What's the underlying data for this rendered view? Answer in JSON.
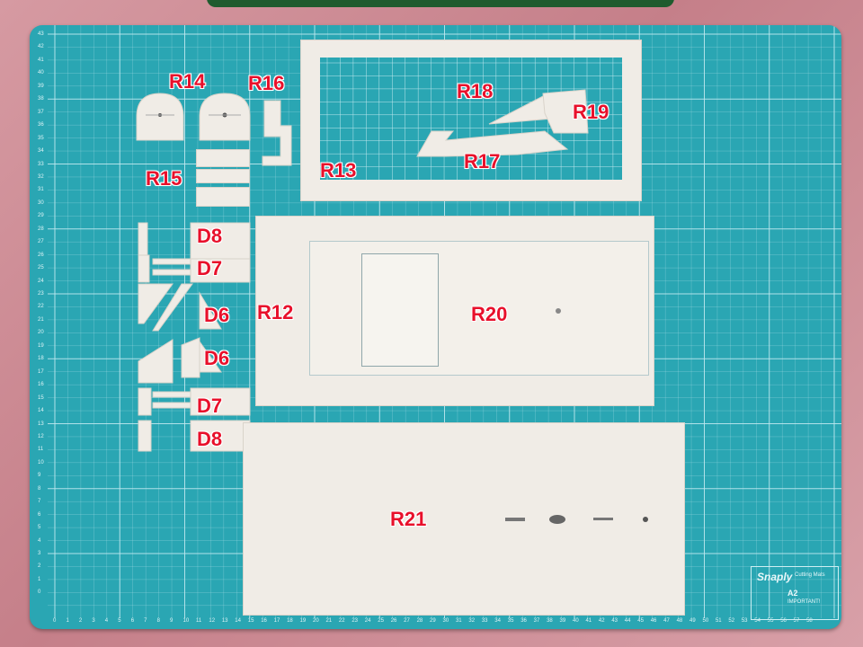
{
  "scene": {
    "description_colors": {
      "mat": "#2aa6b3",
      "piece": "#f0ece6",
      "label": "#e8102b",
      "fabric": "#c9848e"
    }
  },
  "labels": {
    "r14": "R14",
    "r16": "R16",
    "r18": "R18",
    "r19": "R19",
    "r17": "R17",
    "r13": "R13",
    "r15": "R15",
    "d8_top": "D8",
    "d7_top": "D7",
    "d6_top": "D6",
    "r12": "R12",
    "r20": "R20",
    "d6_bottom": "D6",
    "d7_bottom": "D7",
    "d8_bottom": "D8",
    "r21": "R21"
  },
  "mat_logo": {
    "brand": "Snaply",
    "subtitle": "Cutting Mats",
    "size": "A2",
    "notice": "IMPORTANT!"
  },
  "ruler": {
    "bottom_numbers": [
      "0",
      "1",
      "2",
      "3",
      "4",
      "5",
      "6",
      "7",
      "8",
      "9",
      "10",
      "11",
      "12",
      "13",
      "14",
      "15",
      "16",
      "17",
      "18",
      "19",
      "20",
      "21",
      "22",
      "23",
      "24",
      "25",
      "26",
      "27",
      "28",
      "29",
      "30",
      "31",
      "32",
      "33",
      "34",
      "35",
      "36",
      "37",
      "38",
      "39",
      "40",
      "41",
      "42",
      "43",
      "44",
      "45",
      "46",
      "47",
      "48",
      "49",
      "50",
      "51",
      "52",
      "53",
      "54",
      "55",
      "56",
      "57",
      "58"
    ],
    "left_numbers": [
      "43",
      "42",
      "41",
      "40",
      "39",
      "38",
      "37",
      "36",
      "35",
      "34",
      "33",
      "32",
      "31",
      "30",
      "29",
      "28",
      "27",
      "26",
      "25",
      "24",
      "23",
      "22",
      "21",
      "20",
      "19",
      "18",
      "17",
      "16",
      "15",
      "14",
      "13",
      "12",
      "11",
      "10",
      "9",
      "8",
      "7",
      "6",
      "5",
      "4",
      "3",
      "2",
      "1",
      "0"
    ]
  }
}
